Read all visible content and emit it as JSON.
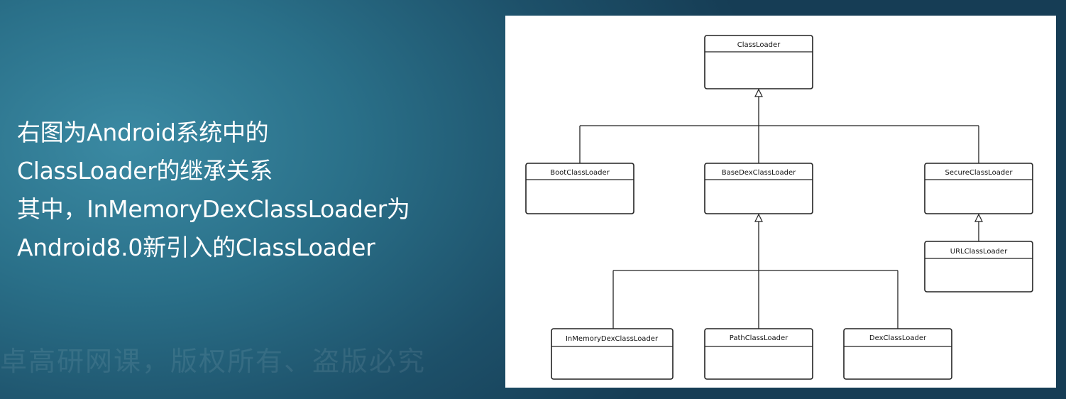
{
  "slide": {
    "lines": [
      "右图为Android系统中的",
      "ClassLoader的继承关系",
      "其中，InMemoryDexClassLoader为",
      "Android8.0新引入的ClassLoader"
    ],
    "watermark": "卓高研网课，版权所有、盗版必究"
  },
  "diagram": {
    "classes": {
      "classloader": "ClassLoader",
      "boot": "BootClassLoader",
      "basedex": "BaseDexClassLoader",
      "secure": "SecureClassLoader",
      "url": "URLClassLoader",
      "inmemory": "InMemoryDexClassLoader",
      "path": "PathClassLoader",
      "dex": "DexClassLoader"
    }
  }
}
